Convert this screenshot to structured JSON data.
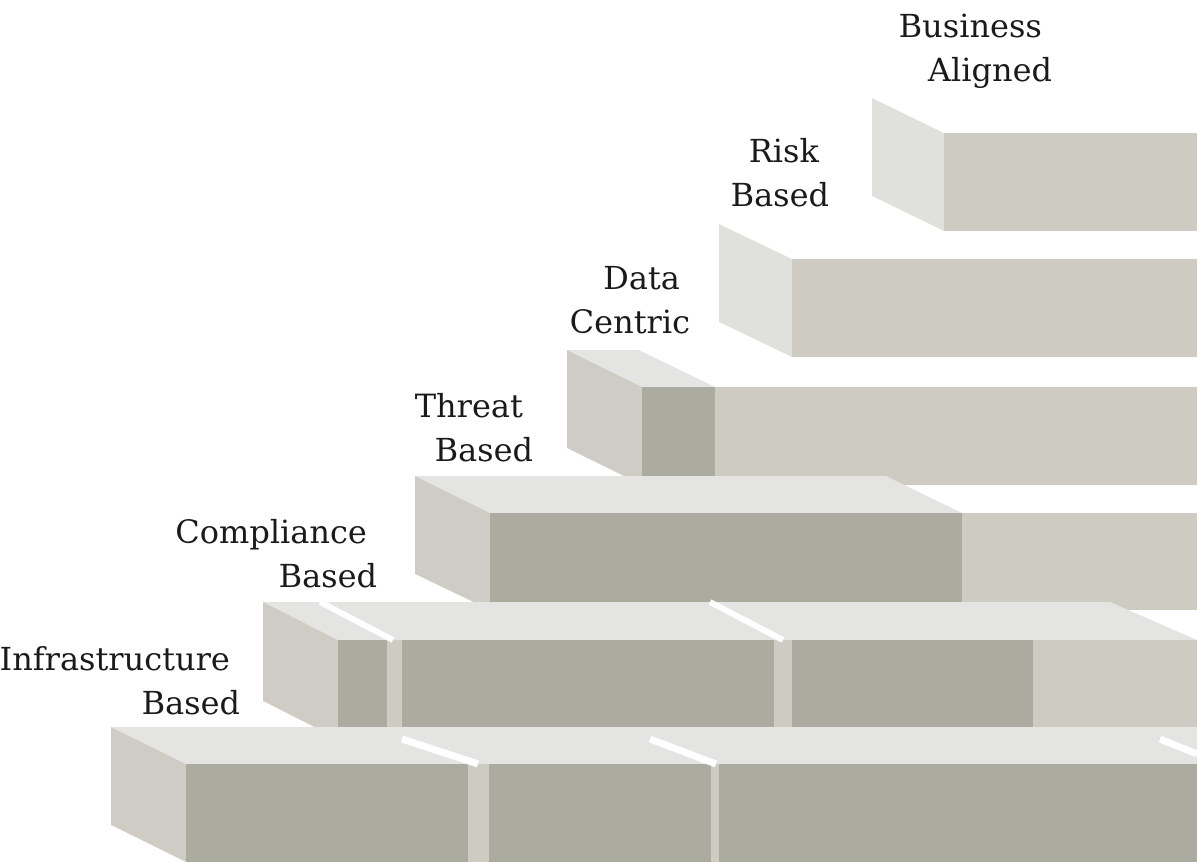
{
  "diagram": {
    "colors": {
      "top_face": "#e4e4e2",
      "side_face": "#ceccc4",
      "front_light": "#cdcbc2",
      "front_dark": "#acab9f",
      "seam": "#ffffff"
    },
    "steps": [
      {
        "id": "business-aligned",
        "line1": "Business",
        "line2": "Aligned"
      },
      {
        "id": "risk-based",
        "line1": "Risk",
        "line2": "Based"
      },
      {
        "id": "data-centric",
        "line1": "Data",
        "line2": "Centric"
      },
      {
        "id": "threat-based",
        "line1": "Threat",
        "line2": "Based"
      },
      {
        "id": "compliance-based",
        "line1": "Compliance",
        "line2": "Based"
      },
      {
        "id": "infrastructure-based",
        "line1": "Infrastructure",
        "line2": "Based"
      }
    ]
  }
}
